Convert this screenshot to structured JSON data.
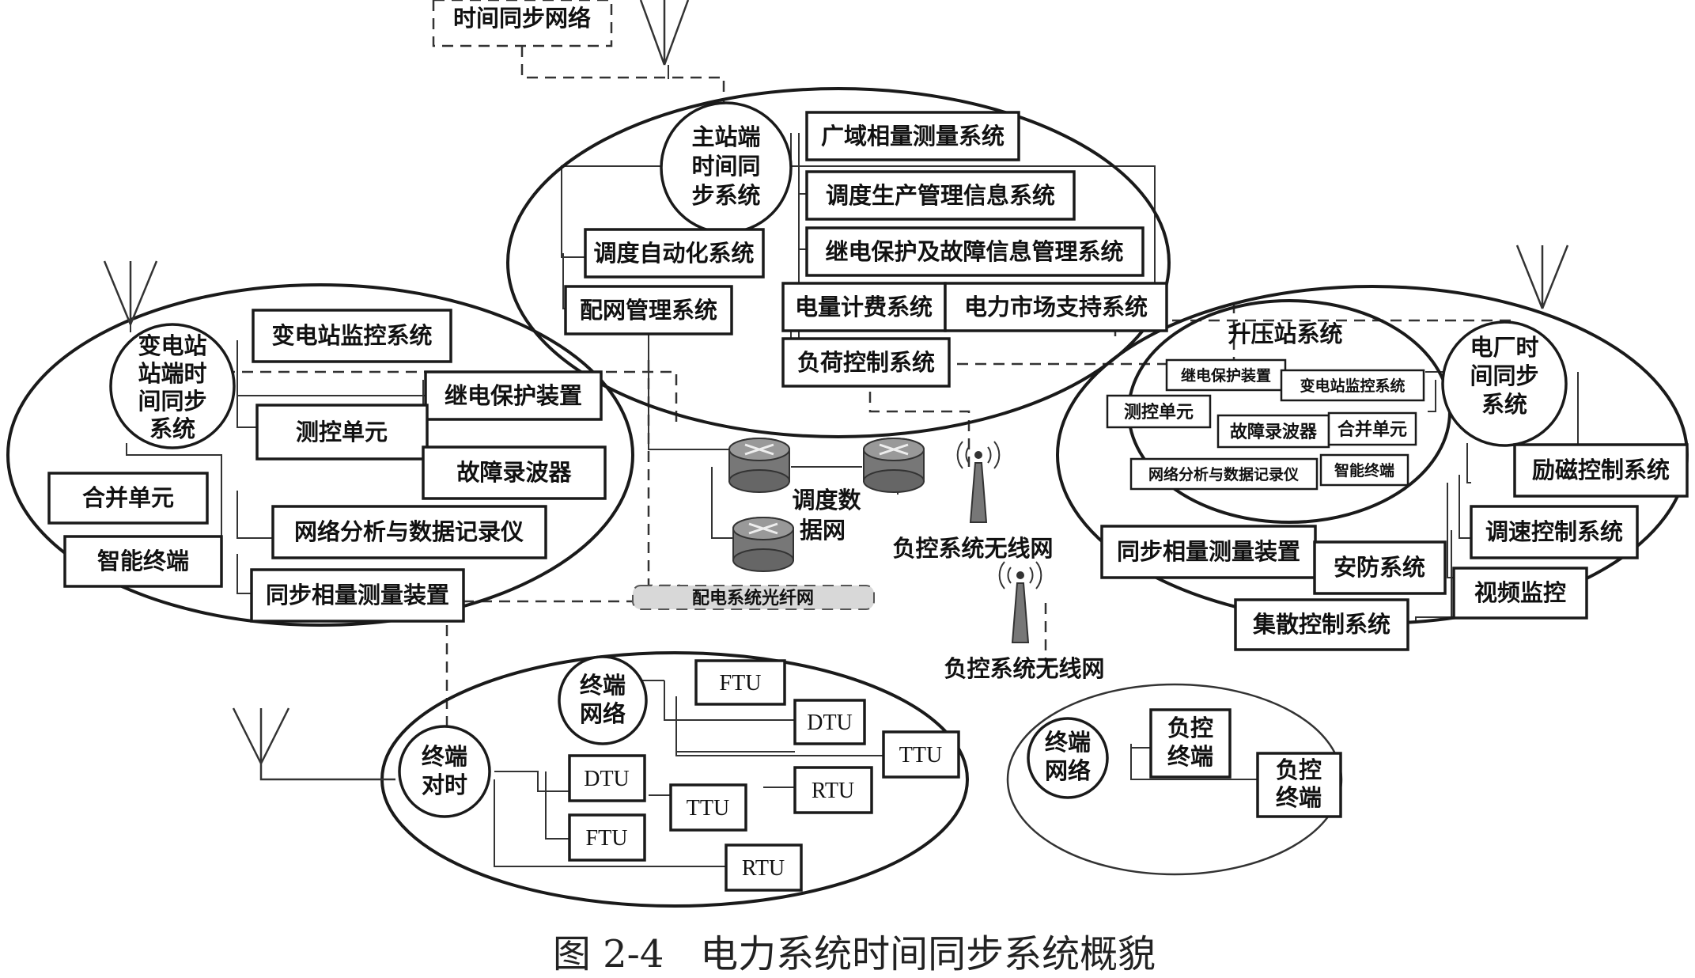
{
  "figure_caption": "图 2-4   电力系统时间同步系统概貌",
  "top": {
    "time_sync_network": "时间同步网络"
  },
  "master": {
    "circle_lines": [
      "主站端",
      "时间同",
      "步系统"
    ],
    "wams": "广域相量测量系统",
    "dispatch_mgmt": "调度生产管理信息系统",
    "relay_fault_info": "继电保护及故障信息管理系统",
    "dispatch_auto": "调度自动化系统",
    "dist_mgmt": "配网管理系统",
    "energy_billing": "电量计费系统",
    "market_support": "电力市场支持系统",
    "load_control": "负荷控制系统"
  },
  "substation": {
    "circle_lines": [
      "变电站",
      "站端时",
      "间同步",
      "系统"
    ],
    "monitor": "变电站监控系统",
    "relay": "继电保护装置",
    "measure_ctrl": "测控单元",
    "fault_recorder": "故障录波器",
    "merging_unit": "合并单元",
    "net_analyzer": "网络分析与数据记录仪",
    "smart_terminal": "智能终端",
    "pmu": "同步相量测量装置"
  },
  "center": {
    "data_net_lines": [
      "调度数",
      "据网"
    ],
    "load_wireless_1": "负控系统无线网",
    "load_wireless_2": "负控系统无线网",
    "dist_fiber": "配电系统光纤网"
  },
  "plant": {
    "circle_lines": [
      "电厂时",
      "间同步",
      "系统"
    ],
    "booster_title": "升压站系统",
    "relay": "继电保护装置",
    "sub_monitor": "变电站监控系统",
    "measure_ctrl": "测控单元",
    "fault_recorder": "故障录波器",
    "merging_unit": "合并单元",
    "net_analyzer": "网络分析与数据记录仪",
    "smart_terminal": "智能终端",
    "excitation": "励磁控制系统",
    "pmu": "同步相量测量装置",
    "governor": "调速控制系统",
    "security": "安防系统",
    "video": "视频监控",
    "dcs": "集散控制系统"
  },
  "terminal": {
    "net_lines": [
      "终端",
      "网络"
    ],
    "sync_lines": [
      "终端",
      "对时"
    ],
    "ftu_1": "FTU",
    "dtu_1": "DTU",
    "ttu_1": "TTU",
    "rtu_1": "RTU",
    "dtu_2": "DTU",
    "ttu_2": "TTU",
    "ftu_2": "FTU",
    "rtu_2": "RTU"
  },
  "load_terminal": {
    "net_lines": [
      "终端",
      "网络"
    ],
    "term_1_lines": [
      "负控",
      "终端"
    ],
    "term_2_lines": [
      "负控",
      "终端"
    ]
  },
  "icons": [
    "antenna-icon",
    "router-icon",
    "wireless-tower-icon"
  ]
}
